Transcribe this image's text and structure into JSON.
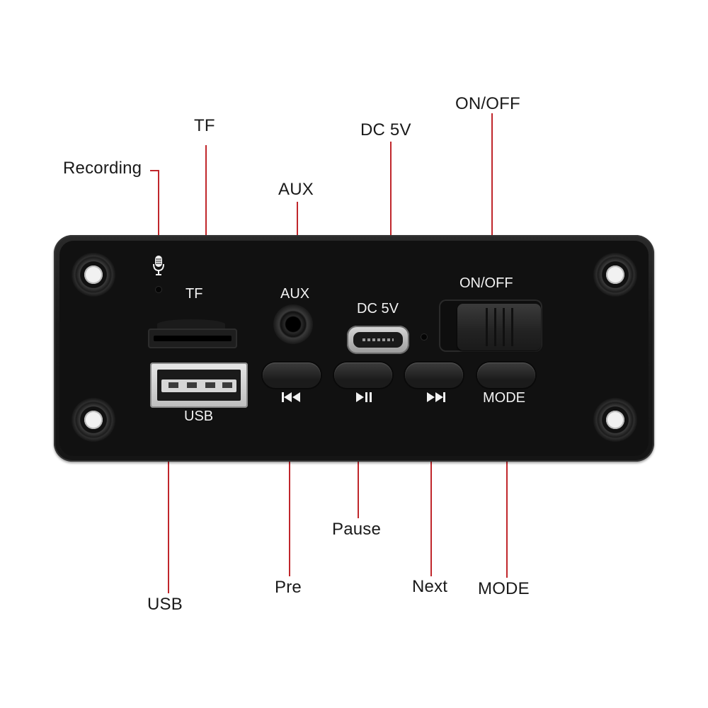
{
  "callouts": {
    "recording": "Recording",
    "tf": "TF",
    "aux": "AUX",
    "dc5v": "DC 5V",
    "onoff": "ON/OFF",
    "usb": "USB",
    "pre": "Pre",
    "pause": "Pause",
    "next": "Next",
    "mode": "MODE"
  },
  "panel_labels": {
    "tf": "TF",
    "aux": "AUX",
    "dc5v": "DC 5V",
    "onoff": "ON/OFF",
    "usb": "USB",
    "mode": "MODE"
  },
  "icons": {
    "mic": "microphone-icon",
    "prev": "previous-track-icon",
    "play_pause": "play-pause-icon",
    "next": "next-track-icon"
  },
  "colors": {
    "leader_line": "#c0262b",
    "panel": "#151515",
    "label": "#1a1a1a"
  }
}
